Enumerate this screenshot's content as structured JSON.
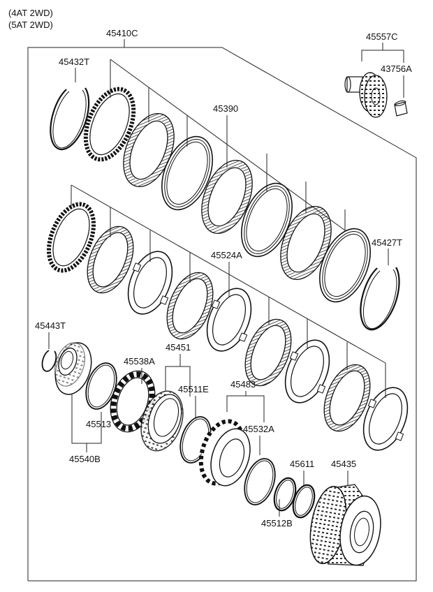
{
  "header": {
    "line1": "(4AT 2WD)",
    "line2": "(5AT 2WD)"
  },
  "labels": {
    "assembly": "45410C",
    "snap_ring_top": "45432T",
    "disc_set_upper": "45390",
    "gear_assembly": "45557C",
    "bushing": "43756A",
    "disc_set_middle": "45524A",
    "snap_ring_right": "45427T",
    "snap_ring_left": "45443T",
    "retainer": "45538A",
    "piston_group": "45451",
    "seal_a": "45511E",
    "hub_group": "45483",
    "seal_b": "45532A",
    "seal_c": "45513",
    "piston_assembly": "45540B",
    "seal_d": "45611",
    "drum": "45435",
    "seal_e": "45512B"
  },
  "colors": {
    "ink": "#111111",
    "background": "#ffffff"
  }
}
